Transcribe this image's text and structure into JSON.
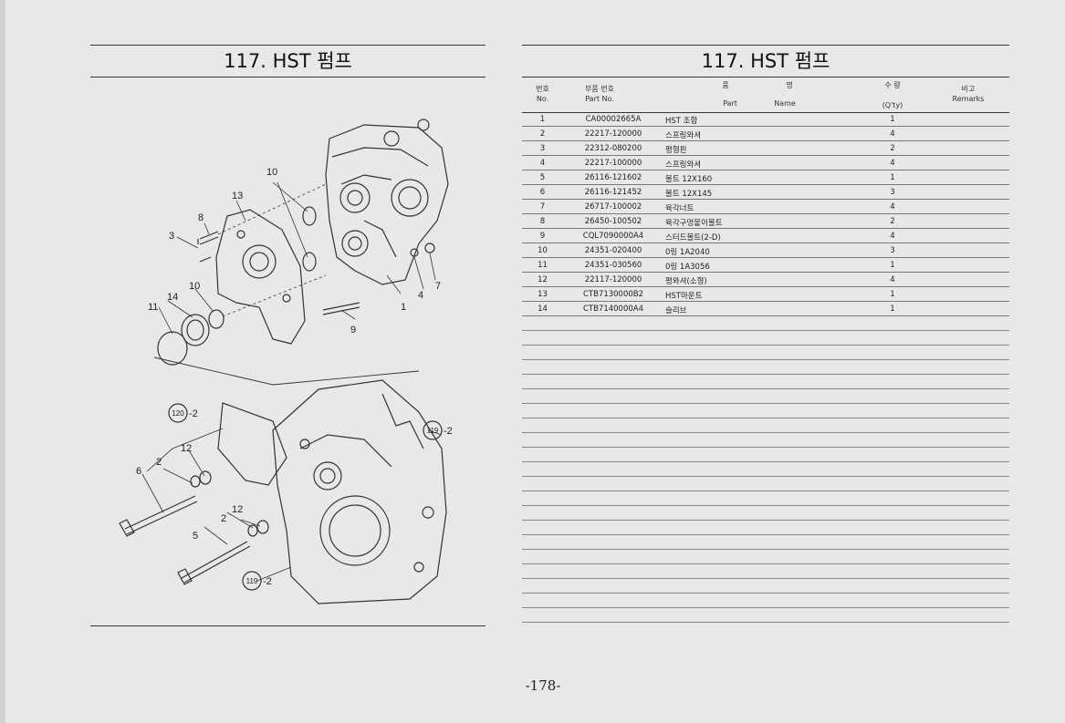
{
  "left_title": "117. HST 펌프",
  "right_title": "117. HST 펌프",
  "headers": {
    "no_kr": "번호",
    "no_en": "No.",
    "part_kr": "부품 번호",
    "part_en": "Part No.",
    "name_kr1": "품",
    "name_kr2": "명",
    "name_en1": "Part",
    "name_en2": "Name",
    "qty_kr": "수 량",
    "qty_en": "(Q'ty)",
    "rem_kr": "비고",
    "rem_en": "Remarks"
  },
  "parts": [
    {
      "no": "1",
      "part": "CA00002665A",
      "name": "HST 조합",
      "qty": "1"
    },
    {
      "no": "2",
      "part": "22217-120000",
      "name": "스프링와셔",
      "qty": "4"
    },
    {
      "no": "3",
      "part": "22312-080200",
      "name": "평형핀",
      "qty": "2"
    },
    {
      "no": "4",
      "part": "22217-100000",
      "name": "스프링와셔",
      "qty": "4"
    },
    {
      "no": "5",
      "part": "26116-121602",
      "name": "볼트 12X160",
      "qty": "1"
    },
    {
      "no": "6",
      "part": "26116-121452",
      "name": "볼트 12X145",
      "qty": "3"
    },
    {
      "no": "7",
      "part": "26717-100002",
      "name": "육각너트",
      "qty": "4"
    },
    {
      "no": "8",
      "part": "26450-100502",
      "name": "육각구멍붙이볼트",
      "qty": "2"
    },
    {
      "no": "9",
      "part": "CQL7090000A4",
      "name": "스터드볼트(2-D)",
      "qty": "4"
    },
    {
      "no": "10",
      "part": "24351-020400",
      "name": "0링 1A2040",
      "qty": "3"
    },
    {
      "no": "11",
      "part": "24351-030560",
      "name": "0링 1A3056",
      "qty": "1"
    },
    {
      "no": "12",
      "part": "22117-120000",
      "name": "평와셔(소형)",
      "qty": "4"
    },
    {
      "no": "13",
      "part": "CTB7130000B2",
      "name": "HST마운트",
      "qty": "1"
    },
    {
      "no": "14",
      "part": "CTB7140000A4",
      "name": "슬리브",
      "qty": "1"
    }
  ],
  "callouts": {
    "c1": "1",
    "c2a": "2",
    "c2b": "2",
    "c3": "3",
    "c4": "4",
    "c5": "5",
    "c6": "6",
    "c7": "7",
    "c8": "8",
    "c9": "9",
    "c10a": "10",
    "c10b": "10",
    "c11": "11",
    "c12a": "12",
    "c12b": "12",
    "c13": "13",
    "c14": "14",
    "r120": "120",
    "r120s": "-2",
    "r119a": "119",
    "r119as": "-2",
    "r119b": "119",
    "r119bs": "-2"
  },
  "page_number": "-178-"
}
